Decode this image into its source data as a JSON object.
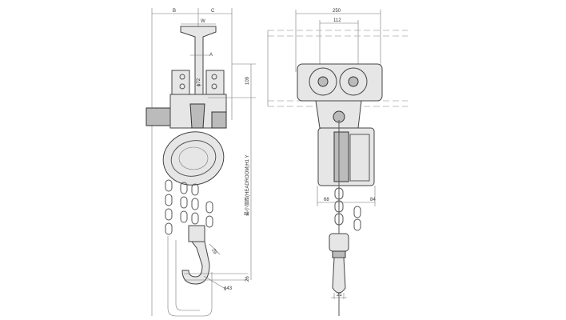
{
  "side_view": {
    "dim_b": "B",
    "dim_c": "C",
    "dim_w": "W",
    "dim_a": "A",
    "dim_phi72": "ϕ72",
    "dim_109": "109",
    "headroom_label": "最小頂距(HEADROOM)H1 Y",
    "dim_26": "26",
    "dim_29": "29",
    "dim_phi43": "ϕ43"
  },
  "front_view": {
    "dim_250": "250",
    "dim_112": "112",
    "dim_68": "68",
    "dim_84": "84",
    "dim_21": "21"
  }
}
